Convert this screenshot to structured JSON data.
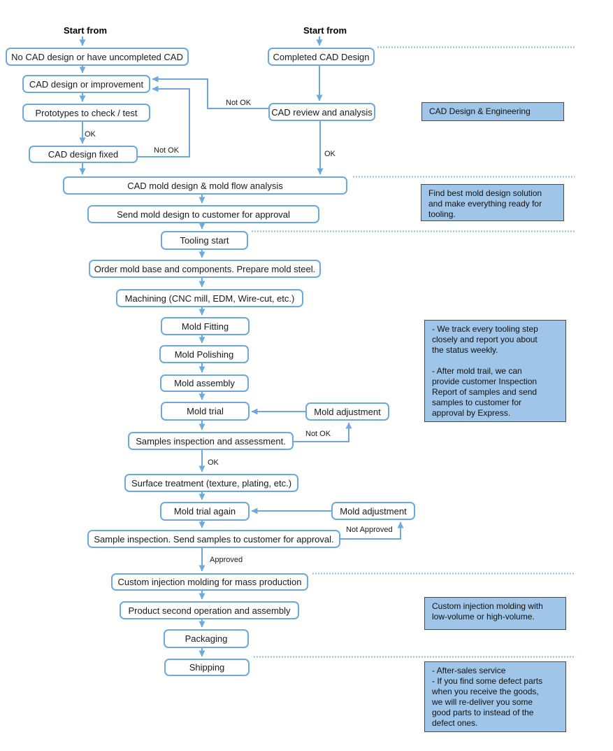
{
  "diagram": {
    "start_left": "Start from",
    "start_right": "Start from",
    "nodes": {
      "no_cad": "No CAD design or have uncompleted CAD",
      "cad_design_improvement": "CAD design or improvement",
      "prototypes": "Prototypes to check / test",
      "cad_design_fixed": "CAD design fixed",
      "completed_cad": "Completed CAD Design",
      "cad_review": "CAD review and analysis",
      "cad_mold_design": "CAD mold design & mold flow analysis",
      "send_mold_design": "Send mold design to customer for approval",
      "tooling_start": "Tooling start",
      "order_mold_base": "Order mold base and components. Prepare mold steel.",
      "machining": "Machining (CNC mill, EDM, Wire-cut, etc.)",
      "mold_fitting": "Mold Fitting",
      "mold_polishing": "Mold Polishing",
      "mold_assembly": "Mold assembly",
      "mold_trial": "Mold trial",
      "mold_adjustment_1": "Mold adjustment",
      "samples_inspection": "Samples inspection and assessment.",
      "surface_treatment": "Surface treatment (texture, plating, etc.)",
      "mold_trial_again": "Mold trial again",
      "mold_adjustment_2": "Mold adjustment",
      "sample_inspection_2": "Sample inspection. Send samples to customer for approval.",
      "custom_injection": "Custom injection molding for mass production",
      "product_second_op": "Product second operation and assembly",
      "packaging": "Packaging",
      "shipping": "Shipping"
    },
    "edge_labels": {
      "ok": "OK",
      "not_ok": "Not OK",
      "approved": "Approved",
      "not_approved": "Not Approved"
    },
    "annotations": {
      "cad_engineering": "CAD Design & Engineering",
      "find_best": "Find best mold design solution\nand make everything ready for\ntooling.",
      "tracking": "- We track every tooling step\nclosely and report you about\nthe status weekly.\n\n- After mold trail, we can\nprovide customer Inspection\nReport of samples and send\nsamples to customer for\napproval by Express.",
      "molding_volume": "Custom injection molding with\nlow-volume or high-volume.",
      "after_sales": "- After-sales service\n- If you find some defect parts\nwhen you receive the goods,\nwe will re-deliver you some\ngood parts to instead of the\ndefect ones."
    },
    "colors": {
      "node_border": "#6fa8dc",
      "arrow": "#6fa8dc",
      "annotation_fill": "#9fc5e8",
      "annotation_border": "#4a4a4a",
      "dotted_line": "#8db0d6"
    }
  }
}
